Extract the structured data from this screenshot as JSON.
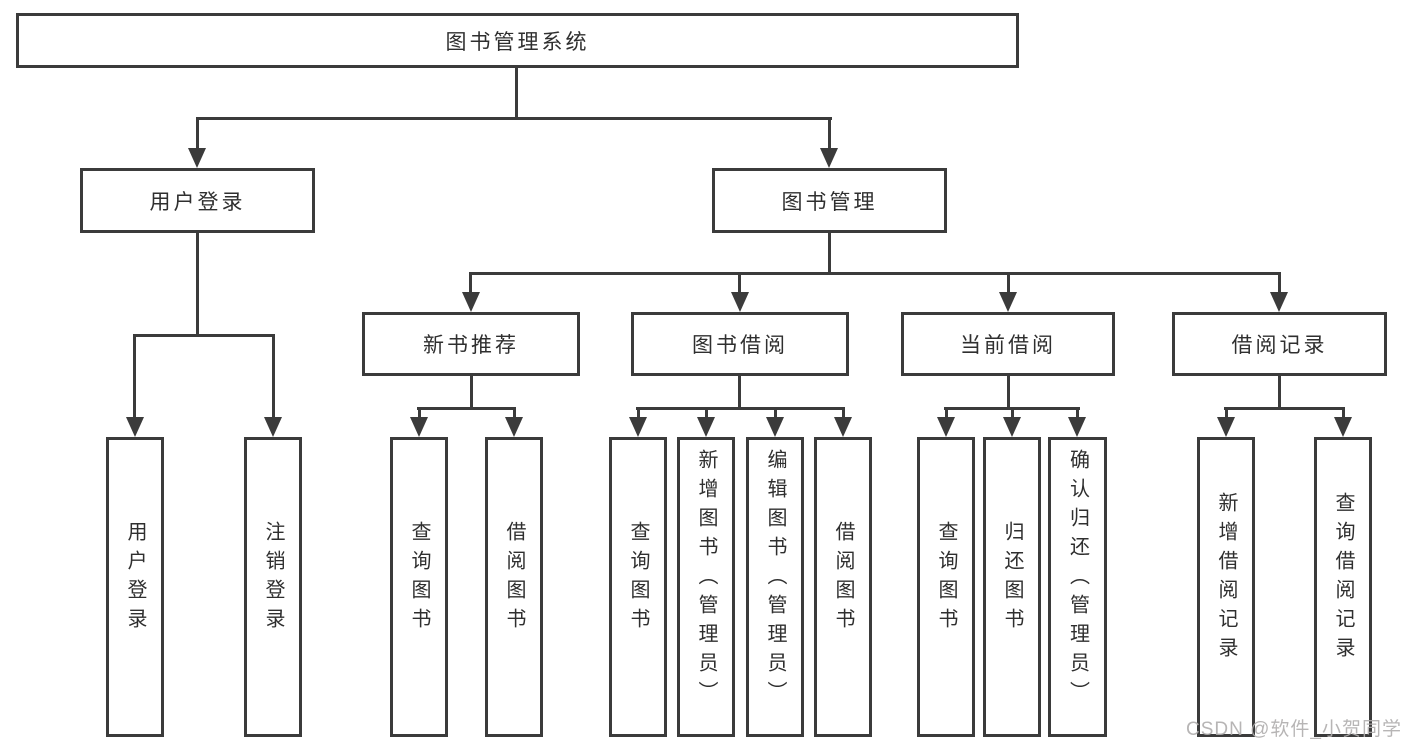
{
  "diagram_title": "图书管理系统",
  "nodes": {
    "root": {
      "label": "图书管理系统"
    },
    "level2": [
      {
        "label": "用户登录"
      },
      {
        "label": "图书管理"
      }
    ],
    "level3": [
      {
        "label": "新书推荐",
        "parent": "图书管理"
      },
      {
        "label": "图书借阅",
        "parent": "图书管理"
      },
      {
        "label": "当前借阅",
        "parent": "图书管理"
      },
      {
        "label": "借阅记录",
        "parent": "图书管理"
      }
    ],
    "leaves": [
      {
        "label": "用户登录",
        "parent": "用户登录"
      },
      {
        "label": "注销登录",
        "parent": "用户登录"
      },
      {
        "label": "查询图书",
        "parent": "新书推荐"
      },
      {
        "label": "借阅图书",
        "parent": "新书推荐"
      },
      {
        "label": "查询图书",
        "parent": "图书借阅"
      },
      {
        "label": "新增图书（管理员）",
        "parent": "图书借阅"
      },
      {
        "label": "编辑图书（管理员）",
        "parent": "图书借阅"
      },
      {
        "label": "借阅图书",
        "parent": "图书借阅"
      },
      {
        "label": "查询图书",
        "parent": "当前借阅"
      },
      {
        "label": "归还图书",
        "parent": "当前借阅"
      },
      {
        "label": "确认归还（管理员）",
        "parent": "当前借阅"
      },
      {
        "label": "新增借阅记录",
        "parent": "借阅记录"
      },
      {
        "label": "查询借阅记录",
        "parent": "借阅记录"
      }
    ]
  },
  "watermark": "CSDN @软件_小贺同学",
  "colors": {
    "line": "#3b3b3b",
    "text": "#2f2f2f",
    "watermark": "#b0aeae",
    "background": "#ffffff"
  }
}
